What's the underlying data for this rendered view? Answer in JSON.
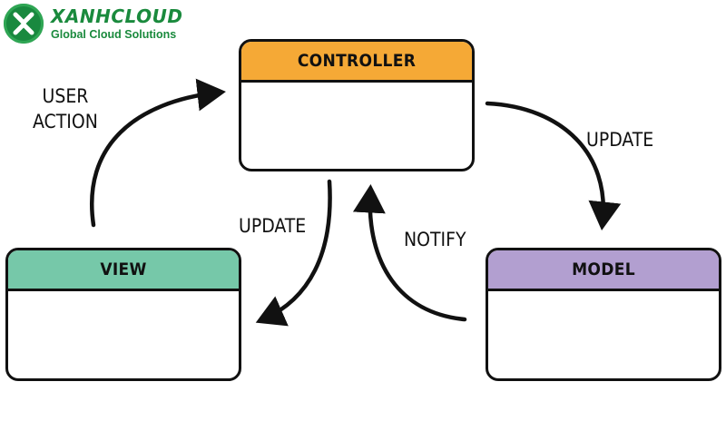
{
  "logo": {
    "badge_letter": "X",
    "name": "XANHCLOUD",
    "tagline": "Global Cloud Solutions",
    "color": "#1a8a3d"
  },
  "boxes": {
    "controller": {
      "title": "CONTROLLER",
      "color": "#f5a936"
    },
    "view": {
      "title": "VIEW",
      "color": "#76c8a9"
    },
    "model": {
      "title": "MODEL",
      "color": "#b29fd0"
    }
  },
  "arrows": {
    "user_action": {
      "line1": "USER",
      "line2": "ACTION"
    },
    "controller_to_model": "UPDATE",
    "controller_to_view": "UPDATE",
    "model_to_controller": "NOTIFY"
  }
}
